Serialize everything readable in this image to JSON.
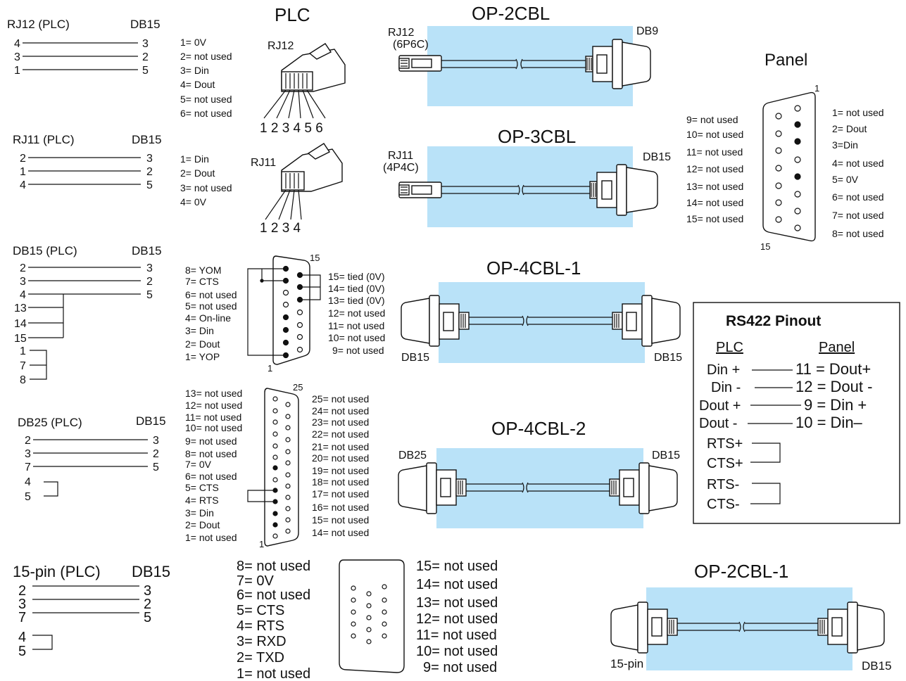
{
  "wirings": [
    {
      "id": "rj12",
      "left_header": "RJ12 (PLC)",
      "right_header": "DB15",
      "wires": [
        {
          "l": "4",
          "r": "3"
        },
        {
          "l": "3",
          "r": "2"
        },
        {
          "l": "1",
          "r": "5"
        }
      ],
      "jumpers": []
    },
    {
      "id": "rj11",
      "left_header": "RJ11 (PLC)",
      "right_header": "DB15",
      "wires": [
        {
          "l": "2",
          "r": "3"
        },
        {
          "l": "1",
          "r": "2"
        },
        {
          "l": "4",
          "r": "5"
        }
      ],
      "jumpers": []
    },
    {
      "id": "db15",
      "left_header": "DB15 (PLC)",
      "right_header": "DB15",
      "wires": [
        {
          "l": "2",
          "r": "3"
        },
        {
          "l": "3",
          "r": "2"
        },
        {
          "l": "4",
          "r": "5"
        }
      ],
      "jumpers": [
        [
          "13",
          "14",
          "15"
        ],
        [
          "1",
          "7",
          "8"
        ]
      ]
    },
    {
      "id": "db25",
      "left_header": "DB25 (PLC)",
      "right_header": "DB15",
      "wires": [
        {
          "l": "2",
          "r": "3"
        },
        {
          "l": "3",
          "r": "2"
        },
        {
          "l": "7",
          "r": "5"
        }
      ],
      "jumpers": [
        [
          "4",
          "5"
        ]
      ]
    },
    {
      "id": "pin15",
      "left_header": "15-pin (PLC)",
      "right_header": "DB15",
      "wires": [
        {
          "l": "2",
          "r": "3"
        },
        {
          "l": "3",
          "r": "2"
        },
        {
          "l": "7",
          "r": "5"
        }
      ],
      "jumpers": [
        [
          "4",
          "5"
        ]
      ]
    }
  ],
  "plc": {
    "title": "PLC",
    "rj12": {
      "label": "RJ12",
      "pins": [
        "1= 0V",
        "2= not used",
        "3= Din",
        "4= Dout",
        "5= not used",
        "6= not used"
      ],
      "numbers": "1 2 3 4 5 6"
    },
    "rj11": {
      "label": "RJ11",
      "pins": [
        "1= Din",
        "2= Dout",
        "3= not used",
        "4= 0V"
      ],
      "numbers": "1 2 3 4"
    },
    "db15": {
      "pin_top": "15",
      "pin_bottom": "1",
      "left_pins": [
        "8= YOM",
        "7= CTS",
        "6= not used",
        "5= not used",
        "4= On-line",
        "3= Din",
        "2= Dout",
        "1= YOP"
      ],
      "right_pins": [
        "15= tied (0V)",
        "14= tied (0V)",
        "13= tied (0V)",
        "12= not used",
        "11= not used",
        "10= not used",
        "9= not used"
      ]
    },
    "db25": {
      "pin_top": "25",
      "pin_bottom": "1",
      "left_pins": [
        "13= not used",
        "12= not used",
        "11= not used",
        "10= not used",
        "9= not used",
        "8= not used",
        "7= 0V",
        "6= not used",
        "5= CTS",
        "4= RTS",
        "3= Din",
        "2= Dout",
        "1= not used"
      ],
      "right_pins": [
        "25= not used",
        "24= not used",
        "23= not used",
        "22= not used",
        "21= not used",
        "20= not used",
        "19= not used",
        "18= not used",
        "17= not used",
        "16= not used",
        "15= not used",
        "14= not used"
      ]
    },
    "pin15": {
      "left_pins": [
        "8= not used",
        "7= 0V",
        "6= not used",
        "5= CTS",
        "4= RTS",
        "3= RXD",
        "2= TXD",
        "1= not used"
      ],
      "right_pins": [
        "15= not used",
        "14= not used",
        "13= not used",
        "12= not used",
        "11= not used",
        "10= not used",
        "9= not used"
      ]
    }
  },
  "cables": [
    {
      "id": "op2cbl",
      "title": "OP-2CBL",
      "left_label": "RJ12\n(6P6C)",
      "right_label": "DB9"
    },
    {
      "id": "op3cbl",
      "title": "OP-3CBL",
      "left_label": "RJ11\n(4P4C)",
      "right_label": "DB15"
    },
    {
      "id": "op4cbl1",
      "title": "OP-4CBL-1",
      "left_label": "DB15",
      "right_label": "DB15"
    },
    {
      "id": "op4cbl2",
      "title": "OP-4CBL-2",
      "left_label": "DB25",
      "right_label": "DB15"
    },
    {
      "id": "op2cbl1",
      "title": "OP-2CBL-1",
      "left_label": "15-pin",
      "right_label": "DB15"
    }
  ],
  "panel": {
    "title": "Panel",
    "pin_top": "1",
    "pin_bottom": "15",
    "left_pins": [
      "9= not used",
      "10= not used",
      "11= not used",
      "12= not used",
      "13= not used",
      "14= not used",
      "15= not used"
    ],
    "right_pins": [
      "1= not used",
      "2= Dout",
      "3=Din",
      "4= not used",
      "5= 0V",
      "6= not used",
      "7= not used",
      "8= not used"
    ]
  },
  "rs422": {
    "title": "RS422 Pinout",
    "plc_header": "PLC",
    "panel_header": "Panel",
    "rows": [
      {
        "l": "Din +",
        "r": "11 = Dout+"
      },
      {
        "l": "Din -",
        "r": "12 = Dout -"
      },
      {
        "l": "Dout +",
        "r": "9 = Din +"
      },
      {
        "l": "Dout -",
        "r": "10 = Din–"
      }
    ],
    "loops": [
      [
        "RTS+",
        "CTS+"
      ],
      [
        "RTS-",
        "CTS-"
      ]
    ]
  },
  "colors": {
    "cable_band": "#b9e2f8",
    "ink": "#111111"
  }
}
